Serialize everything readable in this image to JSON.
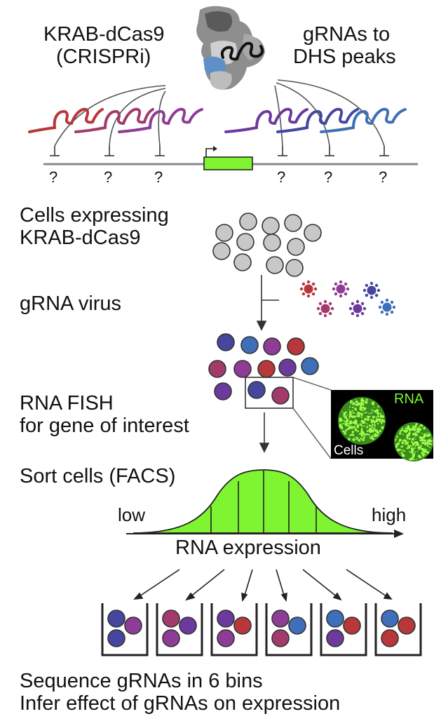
{
  "top": {
    "left_label_line1": "KRAB-dCas9",
    "left_label_line2": "(CRISPRi)",
    "right_label_line1": "gRNAs to",
    "right_label_line2": "DHS peaks",
    "question_mark": "?",
    "grna_colors": [
      "#b8373a",
      "#a23a6b",
      "#8f3c96",
      "#6b3a9c",
      "#45479f",
      "#3f6fb8"
    ],
    "gene_color": "#7ef530"
  },
  "steps": {
    "cells_line1": "Cells expressing",
    "cells_line2": "KRAB-dCas9",
    "virus": "gRNA virus",
    "fish_line1": "RNA FISH",
    "fish_line2": "for gene of interest",
    "sort": "Sort cells (FACS)",
    "inset_rna": "RNA",
    "inset_cells": "Cells"
  },
  "histogram": {
    "low": "low",
    "high": "high",
    "axis": "RNA expression",
    "bins": 6,
    "fill": "#7ef530"
  },
  "footer": {
    "line1": "Sequence gRNAs in 6 bins",
    "line2": "Infer effect of gRNAs on expression"
  },
  "colors": {
    "red": "#b8373a",
    "magenta": "#a23a6b",
    "purple": "#8f3c96",
    "violet": "#6b3a9c",
    "indigo": "#45479f",
    "blue": "#3f6fb8",
    "gray_cell": "#c8c8c8"
  }
}
